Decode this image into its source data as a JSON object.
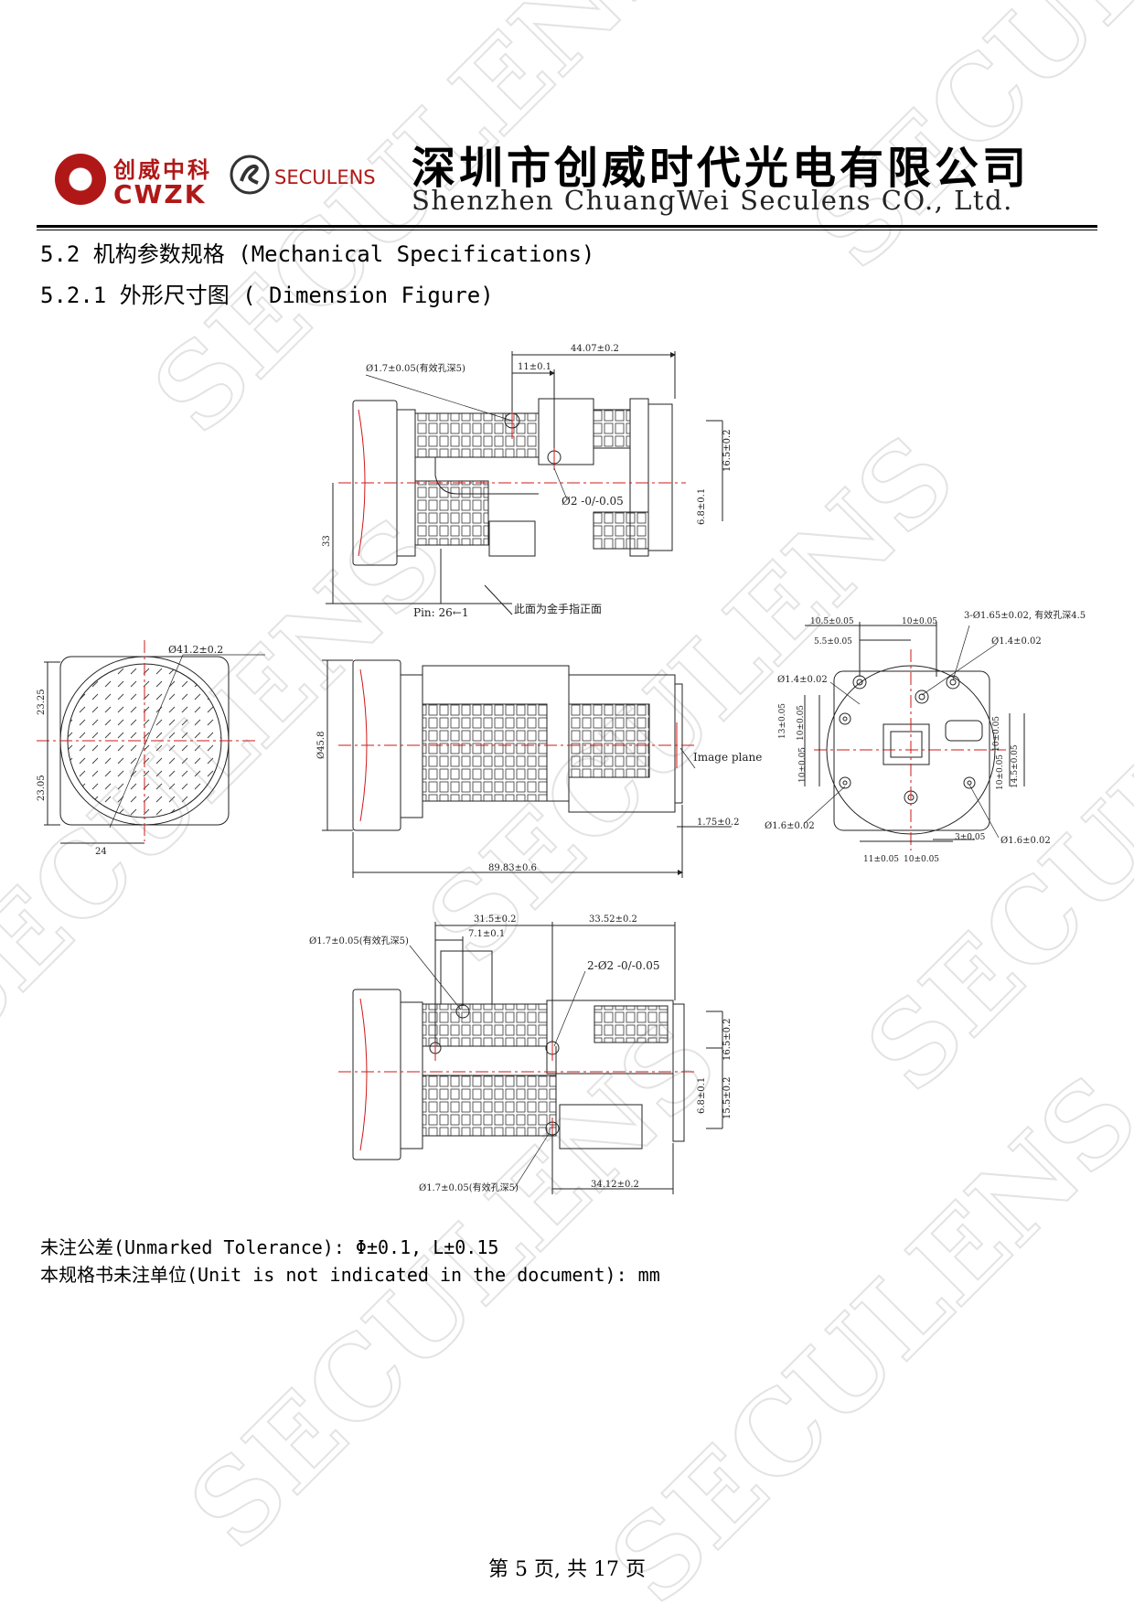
{
  "header": {
    "logo_cn": "创威中科",
    "logo_en": "CWZK",
    "brand": "SECULENS",
    "company_cn": "深圳市创威时代光电有限公司",
    "company_en": "Shenzhen ChuangWei Seculens CO., Ltd."
  },
  "watermark": "SECULENS",
  "section": {
    "title": "5.2 机构参数规格 (Mechanical Specifications)",
    "subtitle": "5.2.1 外形尺寸图 ( Dimension Figure)"
  },
  "drawing": {
    "top_view": {
      "dims": [
        "44.07±0.2",
        "11±0.1",
        "16.5±0.2",
        "6.8±0.1",
        "33"
      ],
      "callouts": [
        "Ø1.7±0.05(有效孔深5)",
        "Ø2 -0/-0.05"
      ],
      "pin_label": "Pin: 26←1",
      "finger_note": "此面为金手指正面"
    },
    "front_view": {
      "dims": [
        "Ø41.2±0.2",
        "23.25",
        "23.05",
        "24"
      ]
    },
    "side_view": {
      "dims": [
        "Ø45.8",
        "89.83±0.6",
        "1.75±0.2"
      ],
      "image_plane": "Image plane"
    },
    "rear_view": {
      "dims": [
        "10.5±0.05",
        "10±0.05",
        "5.5±0.05",
        "13±0.05",
        "10±0.05",
        "10±0.05",
        "10±0.05",
        "10±0.05",
        "14.5±0.05",
        "11±0.05",
        "10±0.05",
        "3±0.05"
      ],
      "callouts": [
        "3-Ø1.65±0.02, 有效孔深4.5",
        "Ø1.4±0.02",
        "Ø1.4±0.02",
        "Ø1.6±0.02",
        "Ø1.6±0.02"
      ]
    },
    "bottom_view": {
      "dims": [
        "31.5±0.2",
        "7.1±0.1",
        "33.52±0.2",
        "16.5±0.2",
        "6.8±0.1",
        "15.5±0.2",
        "34.12±0.2"
      ],
      "callouts": [
        "Ø1.7±0.05(有效孔深5)",
        "2-Ø2 -0/-0.05",
        "Ø1.7±0.05(有效孔深5)"
      ]
    }
  },
  "notes": {
    "tolerance": "未注公差(Unmarked Tolerance): Φ±0.1, L±0.15",
    "unit": "本规格书未注单位(Unit is not indicated in the document): mm"
  },
  "footer": "第 5 页, 共 17 页",
  "colors": {
    "brand_red": "#b01818",
    "centerline_red": "#d01818",
    "line": "#222222"
  }
}
